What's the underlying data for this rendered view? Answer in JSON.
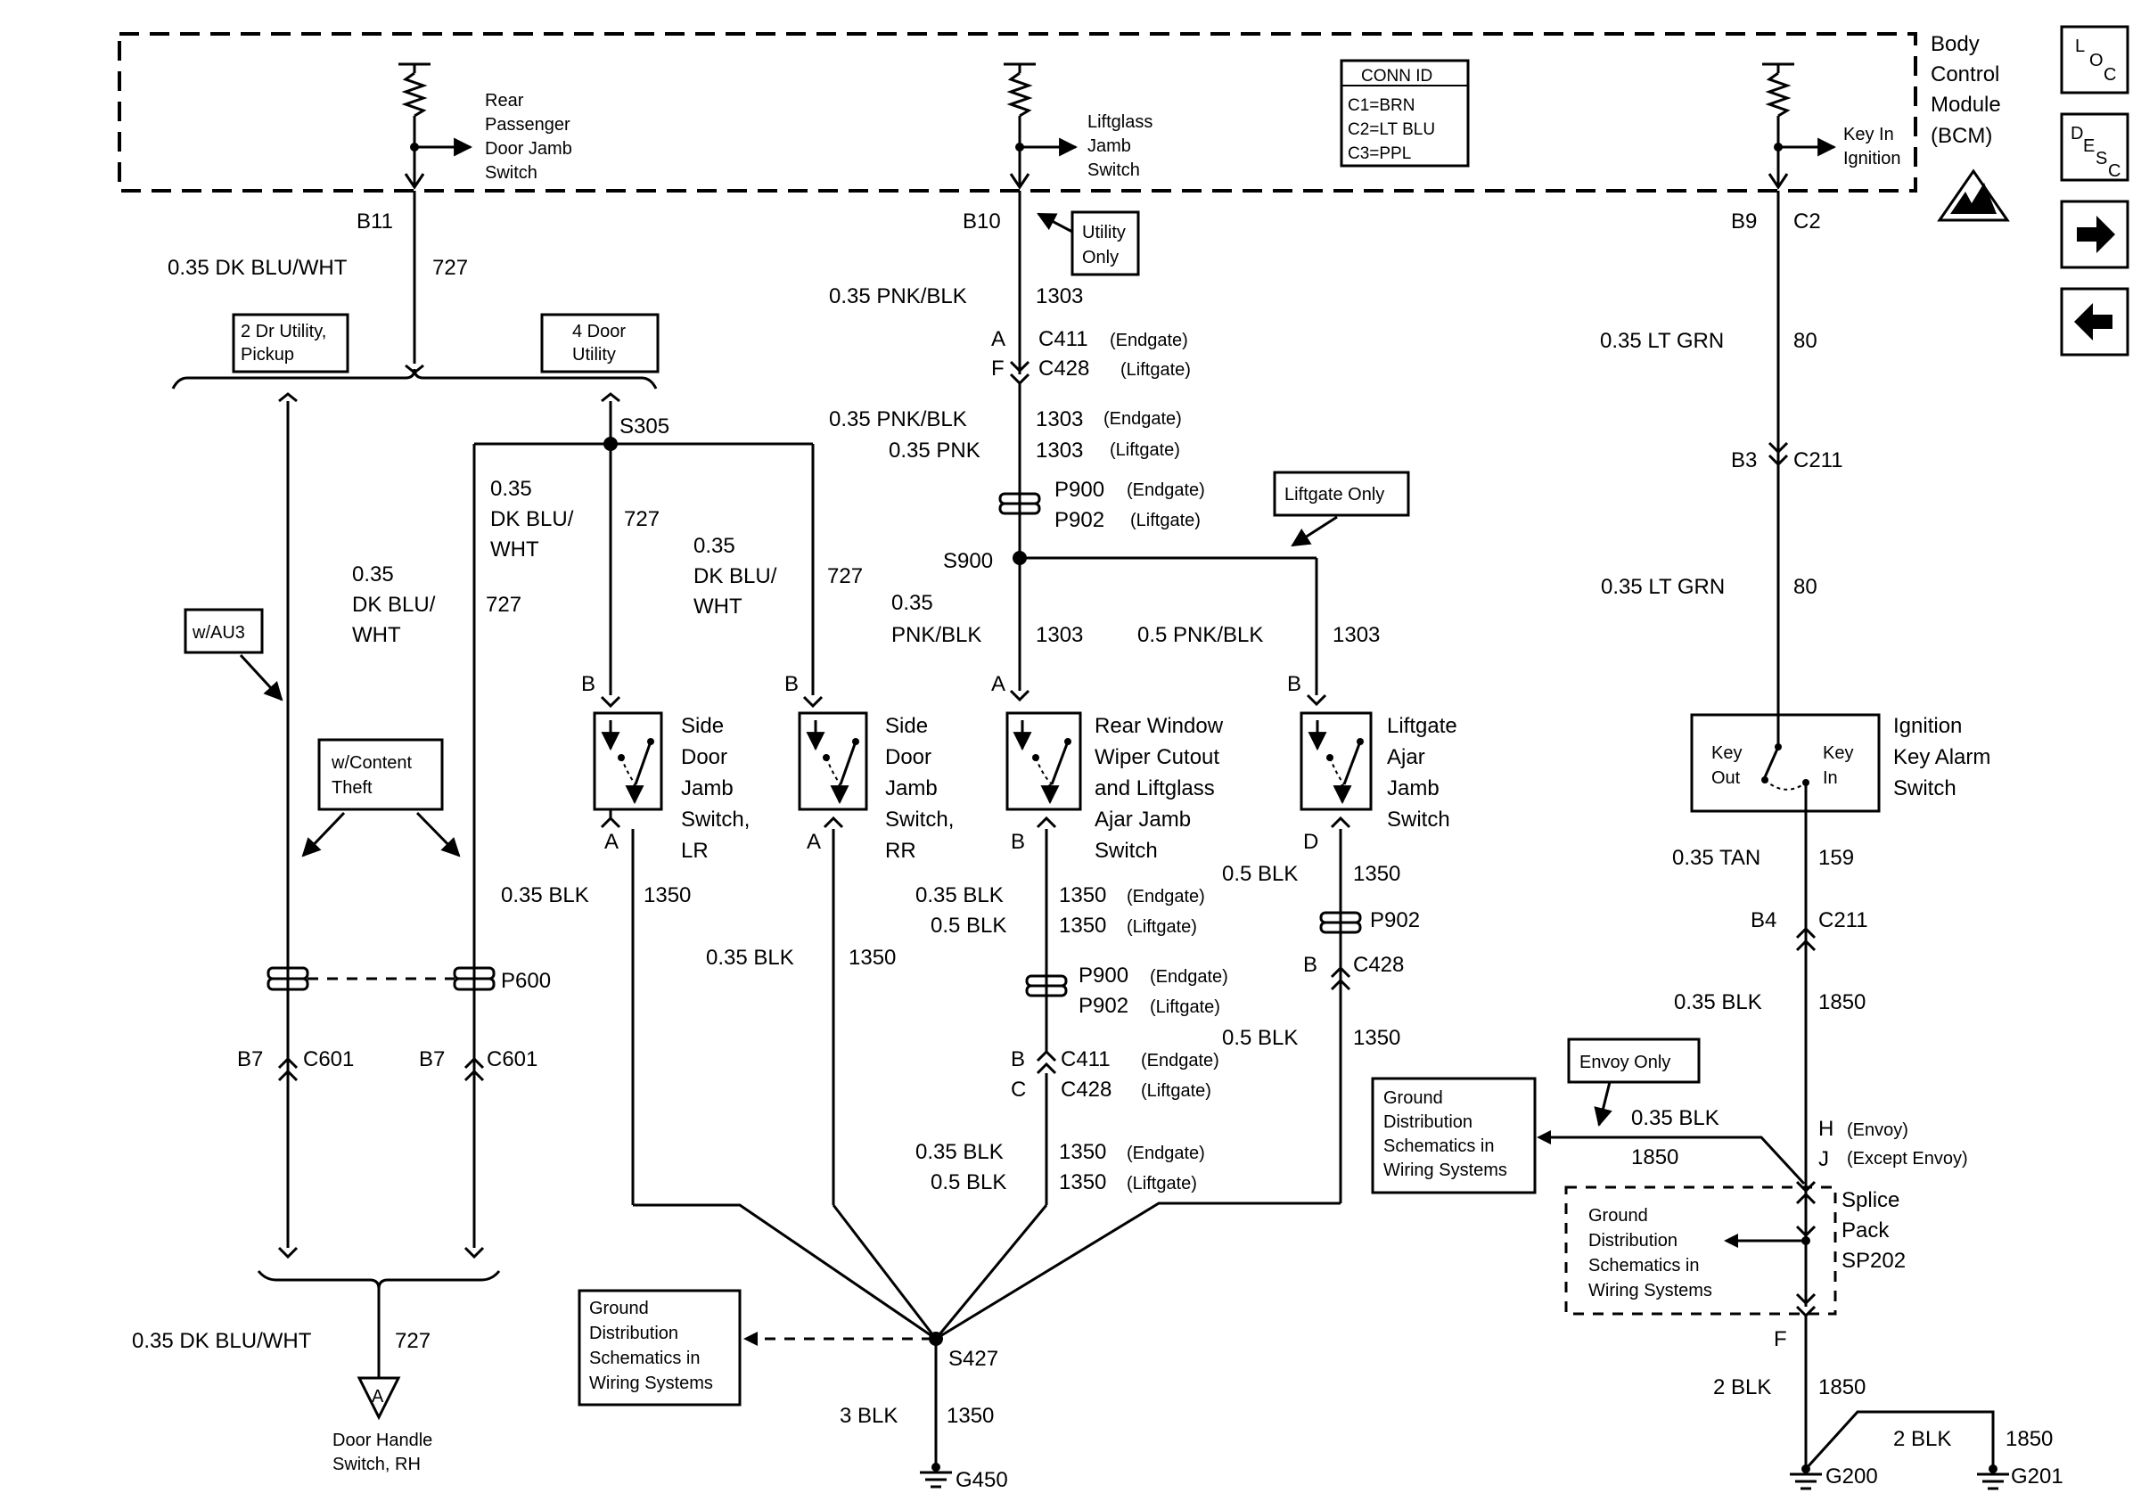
{
  "module": {
    "title_lines": [
      "Body",
      "Control",
      "Module",
      "(BCM)"
    ]
  },
  "conn_id": {
    "header": "CONN ID",
    "lines": [
      "C1=BRN",
      "C2=LT BLU",
      "C3=PPL"
    ]
  },
  "side_buttons": {
    "loc_parts": [
      "L",
      "O",
      "C"
    ],
    "desc_parts": [
      "D",
      "E",
      "S",
      "C"
    ]
  },
  "bcm_inputs": {
    "rear_passenger": [
      "Rear",
      "Passenger",
      "Door Jamb",
      "Switch"
    ],
    "liftglass": [
      "Liftglass",
      "Jamb",
      "Switch"
    ],
    "key_in": [
      "Key In",
      "Ignition"
    ]
  },
  "pins": {
    "b11": "B11",
    "b10": "B10",
    "b9": "B9",
    "c2": "C2"
  },
  "notes": {
    "utility_only": [
      "Utility",
      "Only"
    ],
    "two_dr": [
      "2 Dr Utility,",
      "Pickup"
    ],
    "four_door": [
      "4 Door",
      "Utility"
    ],
    "liftgate_only": "Liftgate Only",
    "w_au3": "w/AU3",
    "w_content_theft": [
      "w/Content",
      "Theft"
    ],
    "envoy_only": "Envoy Only",
    "ground_dist": [
      "Ground",
      "Distribution",
      "Schematics in",
      "Wiring Systems"
    ]
  },
  "wires": {
    "left_top": {
      "gauge": "0.35 DK BLU/WHT",
      "circuit": "727"
    },
    "left_branch": {
      "gauge_lines": [
        "0.35",
        "DK BLU/",
        "WHT"
      ],
      "circuit": "727"
    },
    "lr_branch": {
      "gauge_lines": [
        "0.35",
        "DK BLU/",
        "WHT"
      ],
      "circuit": "727"
    },
    "rr_branch": {
      "gauge_lines": [
        "0.35",
        "DK BLU/",
        "WHT"
      ],
      "circuit": "727"
    },
    "center_top": {
      "gauge": "0.35 PNK/BLK",
      "circuit": "1303"
    },
    "center_mid1": {
      "gauge": "0.35 PNK/BLK",
      "circuit": "1303",
      "note": "(Endgate)"
    },
    "center_mid2": {
      "gauge": "0.35 PNK",
      "circuit": "1303",
      "note": "(Liftgate)"
    },
    "center_low": {
      "gauge_lines": [
        "0.35",
        "PNK/BLK"
      ],
      "circuit": "1303"
    },
    "liftgate_feed": {
      "gauge": "0.5 PNK/BLK",
      "circuit": "1303"
    },
    "right_top": {
      "gauge": "0.35 LT GRN",
      "circuit": "80"
    },
    "right_mid": {
      "gauge": "0.35 LT GRN",
      "circuit": "80"
    },
    "tan": {
      "gauge": "0.35 TAN",
      "circuit": "159"
    },
    "right_blk": {
      "gauge": "0.35 BLK",
      "circuit": "1850"
    },
    "envoy_blk": {
      "gauge": "0.35 BLK",
      "circuit": "1850"
    },
    "g200_blk": {
      "gauge": "2 BLK",
      "circuit": "1850"
    },
    "g201_blk": {
      "gauge": "2 BLK",
      "circuit": "1850"
    },
    "lr_out": {
      "gauge": "0.35 BLK",
      "circuit": "1350"
    },
    "rr_out": {
      "gauge": "0.35 BLK",
      "circuit": "1350"
    },
    "rw_out1": {
      "gauge": "0.35 BLK",
      "circuit": "1350",
      "note": "(Endgate)"
    },
    "rw_out2": {
      "gauge": "0.5 BLK",
      "circuit": "1350",
      "note": "(Liftgate)"
    },
    "rw_low1": {
      "gauge": "0.35 BLK",
      "circuit": "1350",
      "note": "(Endgate)"
    },
    "rw_low2": {
      "gauge": "0.5 BLK",
      "circuit": "1350",
      "note": "(Liftgate)"
    },
    "la_out": {
      "gauge": "0.5 BLK",
      "circuit": "1350"
    },
    "la_low": {
      "gauge": "0.5 BLK",
      "circuit": "1350"
    },
    "ground_main": {
      "gauge": "3 BLK",
      "circuit": "1350"
    },
    "door_handle": {
      "gauge": "0.35 DK BLU/WHT",
      "circuit": "727"
    }
  },
  "connectors": {
    "a_c411": {
      "pin": "A",
      "name": "C411",
      "note": "(Endgate)"
    },
    "f_c428": {
      "pin": "F",
      "name": "C428",
      "note": "(Liftgate)"
    },
    "p900": {
      "name": "P900",
      "note": "(Endgate)"
    },
    "p902": {
      "name": "P902",
      "note": "(Liftgate)"
    },
    "p900b": {
      "name": "P900",
      "note": "(Endgate)"
    },
    "p902b": {
      "name": "P902",
      "note": "(Liftgate)"
    },
    "b_c411": {
      "pin": "B",
      "name": "C411",
      "note": "(Endgate)"
    },
    "c_c428": {
      "pin": "C",
      "name": "C428",
      "note": "(Liftgate)"
    },
    "p902_la": {
      "name": "P902"
    },
    "b_c428": {
      "pin": "B",
      "name": "C428"
    },
    "b3_c211": {
      "pin": "B3",
      "name": "C211"
    },
    "b4_c211": {
      "pin": "B4",
      "name": "C211"
    },
    "p600": {
      "name": "P600"
    },
    "b7_c601_l": {
      "pin": "B7",
      "name": "C601"
    },
    "b7_c601_r": {
      "pin": "B7",
      "name": "C601"
    },
    "h_envoy": {
      "pin": "H",
      "note": "(Envoy)"
    },
    "j_except": {
      "pin": "J",
      "note": "(Except Envoy)"
    },
    "f_sp202": {
      "pin": "F"
    }
  },
  "splices": {
    "s305": "S305",
    "s900": "S900",
    "s427": "S427",
    "sp202_lines": [
      "Splice",
      "Pack",
      "SP202"
    ]
  },
  "grounds": {
    "g450": "G450",
    "g200": "G200",
    "g201": "G201"
  },
  "switches": {
    "side_lr": {
      "lines": [
        "Side",
        "Door",
        "Jamb",
        "Switch,",
        "LR"
      ],
      "top_pin": "B",
      "bot_pin": "A"
    },
    "side_rr": {
      "lines": [
        "Side",
        "Door",
        "Jamb",
        "Switch,",
        "RR"
      ],
      "top_pin": "B",
      "bot_pin": "A"
    },
    "rear_window": {
      "lines": [
        "Rear Window",
        "Wiper Cutout",
        "and Liftglass",
        "Ajar Jamb",
        "Switch"
      ],
      "top_pin": "A",
      "bot_pin": "B"
    },
    "liftgate_ajar": {
      "lines": [
        "Liftgate",
        "Ajar",
        "Jamb",
        "Switch"
      ],
      "top_pin": "B",
      "bot_pin": "D"
    },
    "ignition": {
      "lines": [
        "Ignition",
        "Key Alarm",
        "Switch"
      ],
      "key_out": [
        "Key",
        "Out"
      ],
      "key_in": [
        "Key",
        "In"
      ]
    }
  },
  "door_handle_component": {
    "letter": "A",
    "lines": [
      "Door Handle",
      "Switch, RH"
    ]
  }
}
